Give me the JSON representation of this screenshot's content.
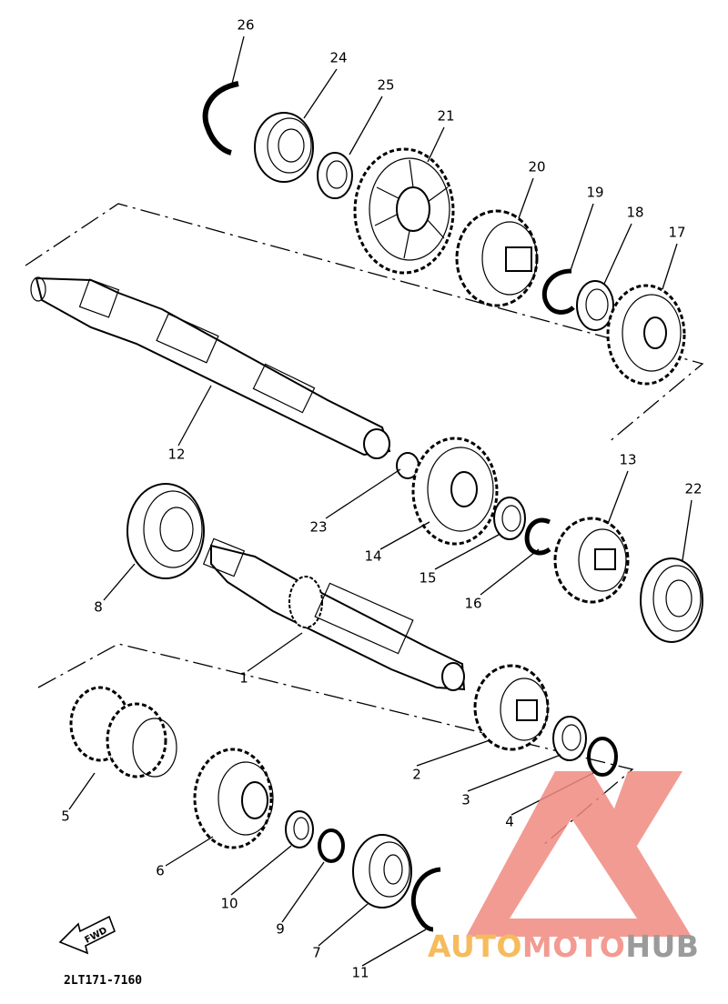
{
  "diagram": {
    "reference_code": "2LT171-7160",
    "forward_label": "FWD",
    "callouts": [
      "1",
      "2",
      "3",
      "4",
      "5",
      "6",
      "7",
      "8",
      "9",
      "10",
      "11",
      "12",
      "13",
      "14",
      "15",
      "16",
      "17",
      "18",
      "19",
      "20",
      "21",
      "22",
      "23",
      "24",
      "25",
      "26"
    ]
  },
  "watermark": {
    "part1": "AUTO",
    "part2": "MOTO",
    "part3": "HUB",
    "color_orange": "#f5b041",
    "color_salmon": "#f08a80",
    "color_gray": "#8a8a8a"
  }
}
